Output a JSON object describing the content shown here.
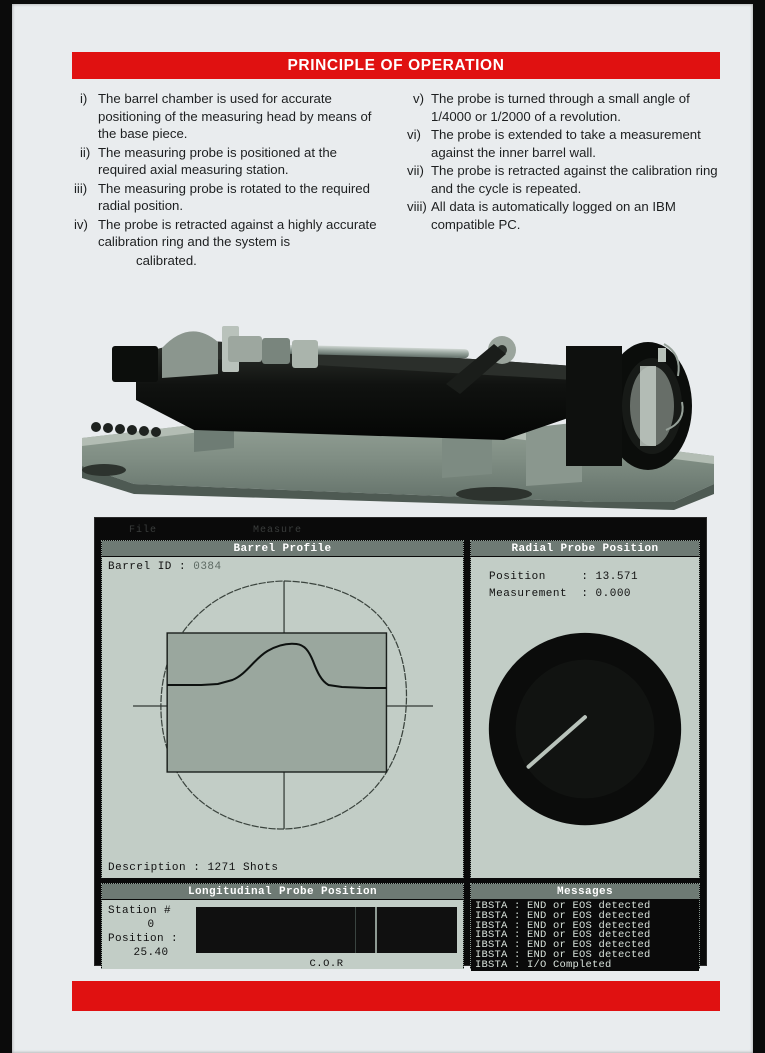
{
  "page": {
    "header_title": "PRINCIPLE OF OPERATION",
    "accent_color": "#e01111",
    "paper_color": "#e9ecee"
  },
  "steps": {
    "left": [
      {
        "marker": "i)",
        "text": "The barrel chamber is used for accurate positioning of the measuring head by means of the base piece."
      },
      {
        "marker": "ii)",
        "text": "The measuring probe is positioned at the required axial measuring station."
      },
      {
        "marker": "iii)",
        "text": "The measuring probe is rotated to the required radial position."
      },
      {
        "marker": "iv)",
        "text": "The probe is retracted against a highly accurate calibration ring and the system is"
      },
      {
        "marker": "",
        "text": "calibrated."
      }
    ],
    "right": [
      {
        "marker": "v)",
        "text": "The probe is turned through a small angle of 1/4000 or 1/2000 of a revolution."
      },
      {
        "marker": "vi)",
        "text": "The probe is extended to take a measurement against the inner barrel wall."
      },
      {
        "marker": "vii)",
        "text": "The probe is retracted against the calibration ring and the cycle is repeated."
      },
      {
        "marker": "viii)",
        "text": "All data is automatically logged on an IBM compatible PC."
      }
    ]
  },
  "photo": {
    "caption": "barrel-measuring-machine-photograph"
  },
  "software": {
    "menubar": {
      "item1": "File",
      "item2": "Measure"
    },
    "barrel_profile": {
      "title": "Barrel Profile",
      "barrel_id_label": "Barrel ID :",
      "barrel_id_value": "0384",
      "description_label": "Description :",
      "description_value": "1271 Shots"
    },
    "radial_probe": {
      "title": "Radial Probe Position",
      "position_line": "Position     : 13.571",
      "measurement_line": "Measurement  : 0.000",
      "position_label": "Position",
      "position_value": "13.571",
      "measurement_label": "Measurement",
      "measurement_value": "0.000"
    },
    "longitudinal_probe": {
      "title": "Longitudinal Probe Position",
      "station_label": "Station  #",
      "station_value": "0",
      "position_label": "Position :",
      "position_value": "25.40",
      "cor_label": "C.O.R"
    },
    "messages": {
      "title": "Messages",
      "lines": [
        "IBSTA : END or EOS detected",
        "IBSTA : END or EOS detected",
        "IBSTA : END or EOS detected",
        "IBSTA : END or EOS detected",
        "IBSTA : END or EOS detected",
        "IBSTA : END or EOS detected",
        "IBSTA : I/O Completed"
      ]
    }
  }
}
